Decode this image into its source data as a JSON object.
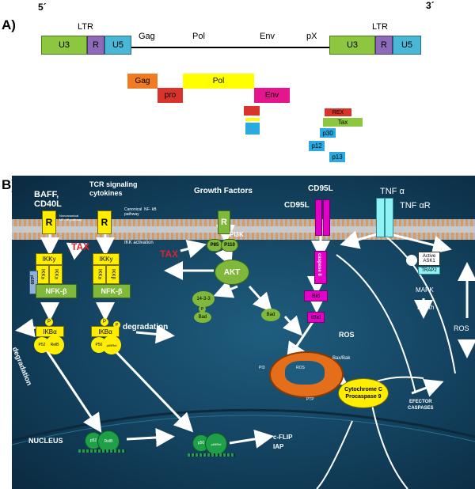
{
  "panel_a": {
    "label": "A)",
    "five_prime": "5´",
    "three_prime": "3´",
    "ltr_left": "LTR",
    "ltr_right": "LTR",
    "u3": "U3",
    "r": "R",
    "u5": "U5",
    "genes": [
      "Gag",
      "Pol",
      "Env",
      "pX"
    ],
    "proteins": {
      "gag": "Gag",
      "pro": "pro",
      "pol": "Pol",
      "env": "Env",
      "rex": "REX",
      "tax": "Tax",
      "p30": "p30",
      "p12": "p12",
      "p13": "p13"
    },
    "colors": {
      "u3": "#8dc63f",
      "r": "#8e6bb8",
      "u5": "#4bb7d6",
      "gag": "#f07b22",
      "pro": "#d9342b",
      "pol": "#ffff00",
      "env": "#e4158d",
      "rex": "#d9342b",
      "tax": "#8dc63f",
      "small": "#29abe2"
    }
  },
  "panel_b": {
    "label": "B)",
    "baff": "BAFF,\nCD40L",
    "tcr": "TCR signaling\ncytokines",
    "growth": "Growth Factors",
    "cd95l_top": "CD95L",
    "cd95l_side": "CD95L",
    "tnfa": "TNF α",
    "tnfar": "TNF αR",
    "noncanonical": "Noncanonical\nNF- kB pathway",
    "canonical": "Canonical  NF- kB\npathway",
    "r": "R",
    "pi3k": "PI3K",
    "p85": "P85",
    "p110": "P110",
    "ikk_activation": "IKK activation",
    "tax1": "TAX",
    "tax2": "TAX",
    "ikky": "IKKy",
    "ikka": "IKKa",
    "ikkb": "IKKβ",
    "p100": "p100",
    "nfkb": "NFK-β",
    "p": "P",
    "ikba": "IKBα",
    "p52": "P52",
    "relb": "RelB",
    "p50": "P50",
    "p65rel": "p65Rel",
    "degradation_right": "degradation",
    "degradation_left": "degradation",
    "akt": "AKT",
    "p1433": "14-3-3",
    "bad1": "Bad",
    "bad2": "Bad",
    "caspase8": "caspase 8",
    "bid": "Bid",
    "tbid": "tBid",
    "ros1": "ROS",
    "ros2": "ROS",
    "ros_mito": "ROS",
    "baxbak": "Bax/Bak",
    "pi3": "PI3",
    "ptp": "PTP",
    "cytc": "Cytochrome C\nProcaspase 9",
    "active_ask1": "Active\nASK1",
    "trap2": "TRAP2",
    "mapk": "MAPK",
    "death": "Death",
    "effector": "EFECTOR\nCASPASES",
    "nucleus": "NUCLEUS",
    "p52n": "p52",
    "relbn": "RelB",
    "p50n": "p50",
    "p65n": "p65Rel",
    "cflip": "c-FLIP\nIAP"
  }
}
